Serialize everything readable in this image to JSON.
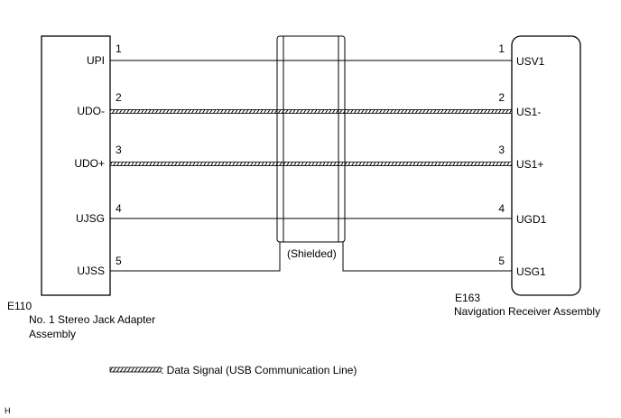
{
  "left_connector": {
    "code": "E110",
    "name_line1": "No. 1 Stereo Jack Adapter",
    "name_line2": "Assembly",
    "pins": [
      {
        "num": "1",
        "label": "UPI"
      },
      {
        "num": "2",
        "label": "UDO-"
      },
      {
        "num": "3",
        "label": "UDO+"
      },
      {
        "num": "4",
        "label": "UJSG"
      },
      {
        "num": "5",
        "label": "UJSS"
      }
    ]
  },
  "right_connector": {
    "code": "E163",
    "name": "Navigation Receiver Assembly",
    "pins": [
      {
        "num": "1",
        "label": "USV1"
      },
      {
        "num": "2",
        "label": "US1-"
      },
      {
        "num": "3",
        "label": "US1+"
      },
      {
        "num": "4",
        "label": "UGD1"
      },
      {
        "num": "5",
        "label": "USG1"
      }
    ]
  },
  "shield_label": "(Shielded)",
  "legend_text": ": Data Signal (USB Communication Line)",
  "corner_mark": "H"
}
